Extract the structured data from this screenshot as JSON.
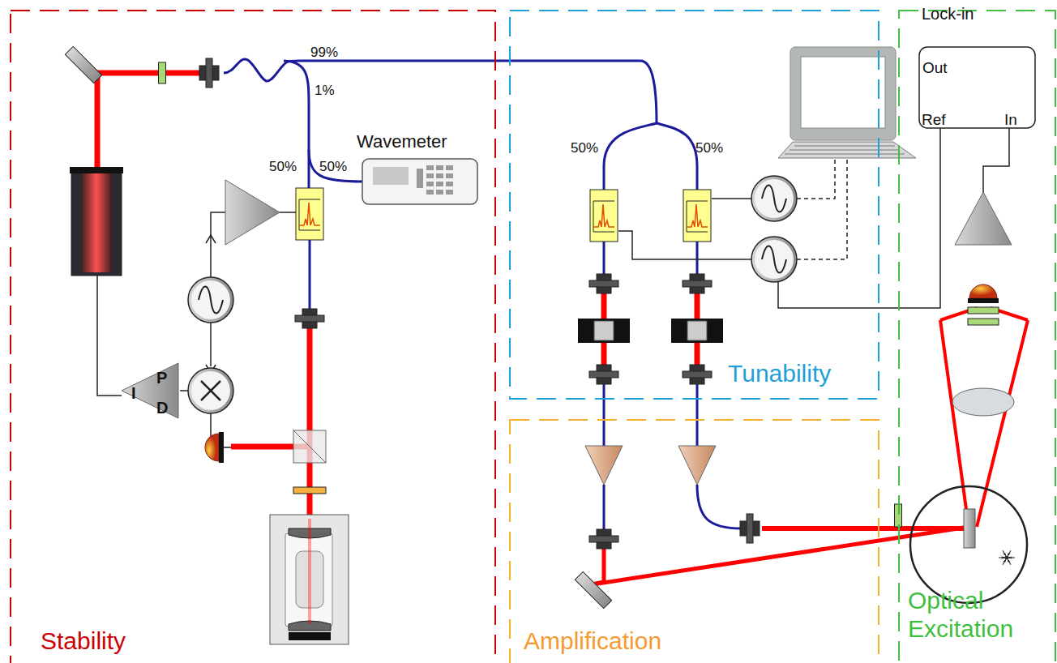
{
  "diagram": {
    "nodes": [
      {
        "text": [
          "Stability"
        ]
      },
      {
        "text": [
          "Tunability"
        ]
      },
      {
        "text": [
          "Amplification"
        ]
      },
      {
        "text": [
          "Optical Excitation"
        ]
      },
      {
        "text": [
          "Wavemeter"
        ],
        "in": 0
      },
      {
        "text": [
          "P",
          "I",
          "D"
        ],
        "in": 0
      },
      {
        "text": [
          "Lock-in",
          "Out",
          "Ref",
          "In"
        ],
        "in": 3
      }
    ],
    "labels": [
      "99%",
      "1%",
      "50%",
      "50%",
      "50%",
      "50%"
    ]
  }
}
